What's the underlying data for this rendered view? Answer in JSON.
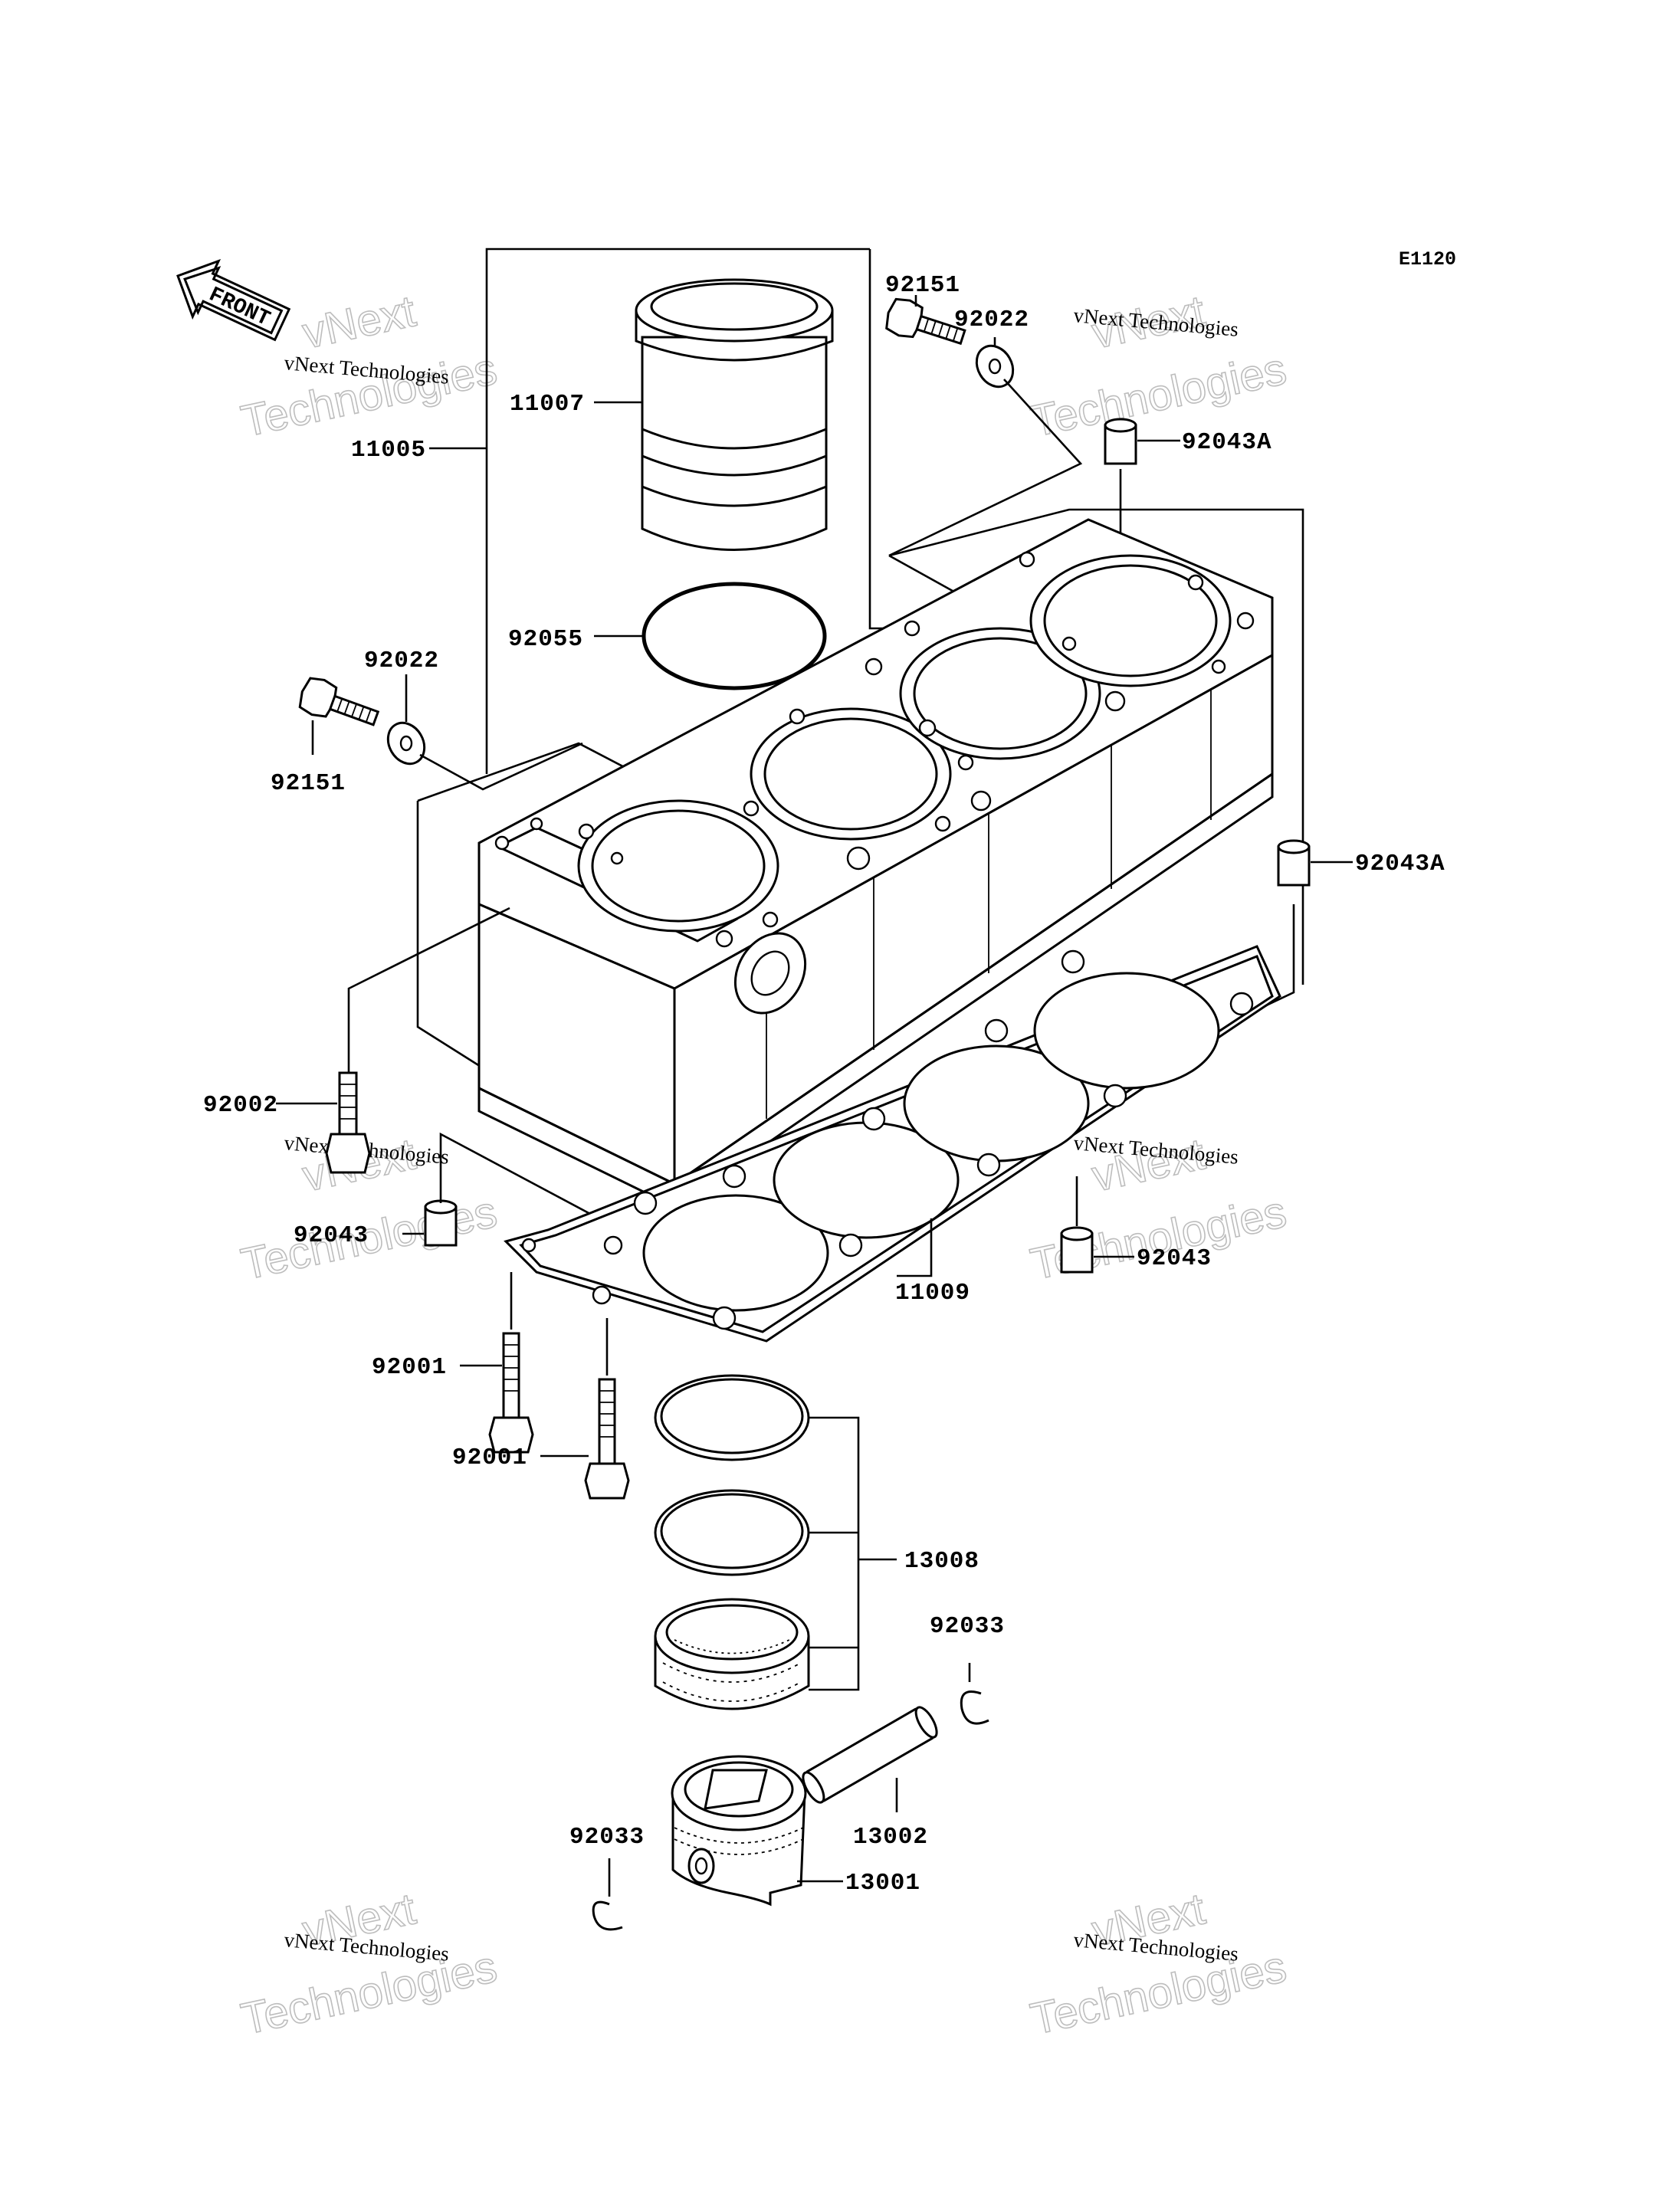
{
  "figure": {
    "code": "E1120",
    "front_label": "FRONT"
  },
  "watermark": {
    "text_small": "vNext Technologies",
    "text_big_1": "vNext",
    "text_big_2": "Technologies"
  },
  "parts": {
    "p92151_top": "92151",
    "p92022_top": "92022",
    "p92043A_top": "92043A",
    "p11007": "11007",
    "p11005": "11005",
    "p92055": "92055",
    "p92022_left": "92022",
    "p92151_left": "92151",
    "p92043A_right": "92043A",
    "p92002": "92002",
    "p92043_left": "92043",
    "p92043_right": "92043",
    "p11009": "11009",
    "p92001_a": "92001",
    "p92001_b": "92001",
    "p13008": "13008",
    "p92033_right": "92033",
    "p13002": "13002",
    "p92033_left": "92033",
    "p13001": "13001"
  },
  "colors": {
    "line": "#000000",
    "background": "#ffffff",
    "watermark_outline": "#bdbdbd"
  }
}
